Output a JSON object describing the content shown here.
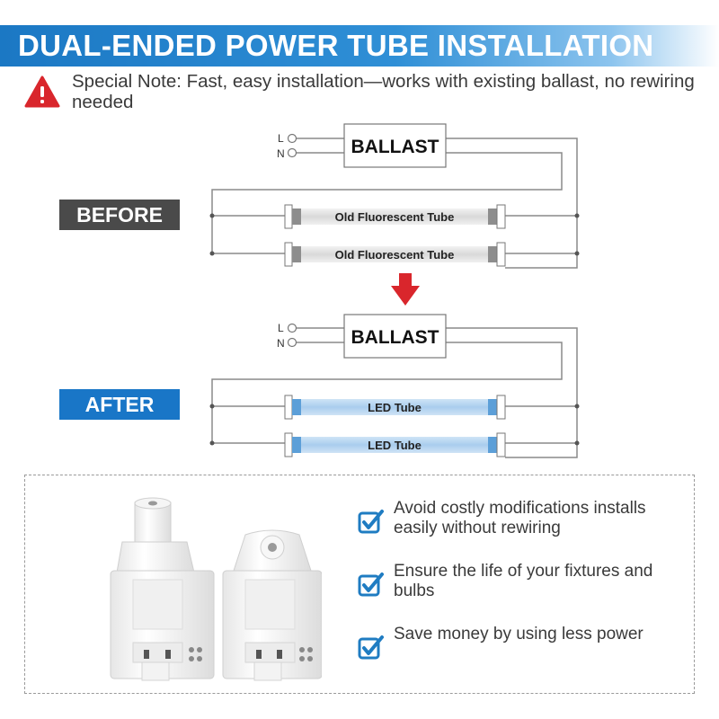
{
  "header": {
    "title": "DUAL-ENDED POWER TUBE INSTALLATION",
    "gradient": [
      "#1b78c4",
      "#8cc4ee"
    ]
  },
  "note": {
    "icon": "warning-icon",
    "text": "Special Note: Fast, easy installation—works with existing ballast, no rewiring needed",
    "icon_color": "#d9262c"
  },
  "diagram": {
    "before": {
      "label": "BEFORE",
      "label_color": "#4a4a4a",
      "ballast": "BALLAST",
      "terminal_l": "L",
      "terminal_n": "N",
      "tubes": [
        "Old Fluorescent Tube",
        "Old Fluorescent Tube"
      ]
    },
    "arrow": {
      "icon": "arrow-down-icon",
      "color": "#d9262c"
    },
    "after": {
      "label": "AFTER",
      "label_color": "#1976c7",
      "ballast": "BALLAST",
      "terminal_l": "L",
      "terminal_n": "N",
      "tubes": [
        "LED Tube",
        "LED Tube"
      ]
    }
  },
  "features": {
    "image": "socket-illustration",
    "items": [
      {
        "icon": "checkbox-checked-icon",
        "text": "Avoid costly modifications installs easily without rewiring"
      },
      {
        "icon": "checkbox-checked-icon",
        "text": "Ensure the life of your fixtures and bulbs"
      },
      {
        "icon": "checkbox-checked-icon",
        "text": "Save money by using less power"
      }
    ],
    "check_color": "#1f7cc2"
  }
}
